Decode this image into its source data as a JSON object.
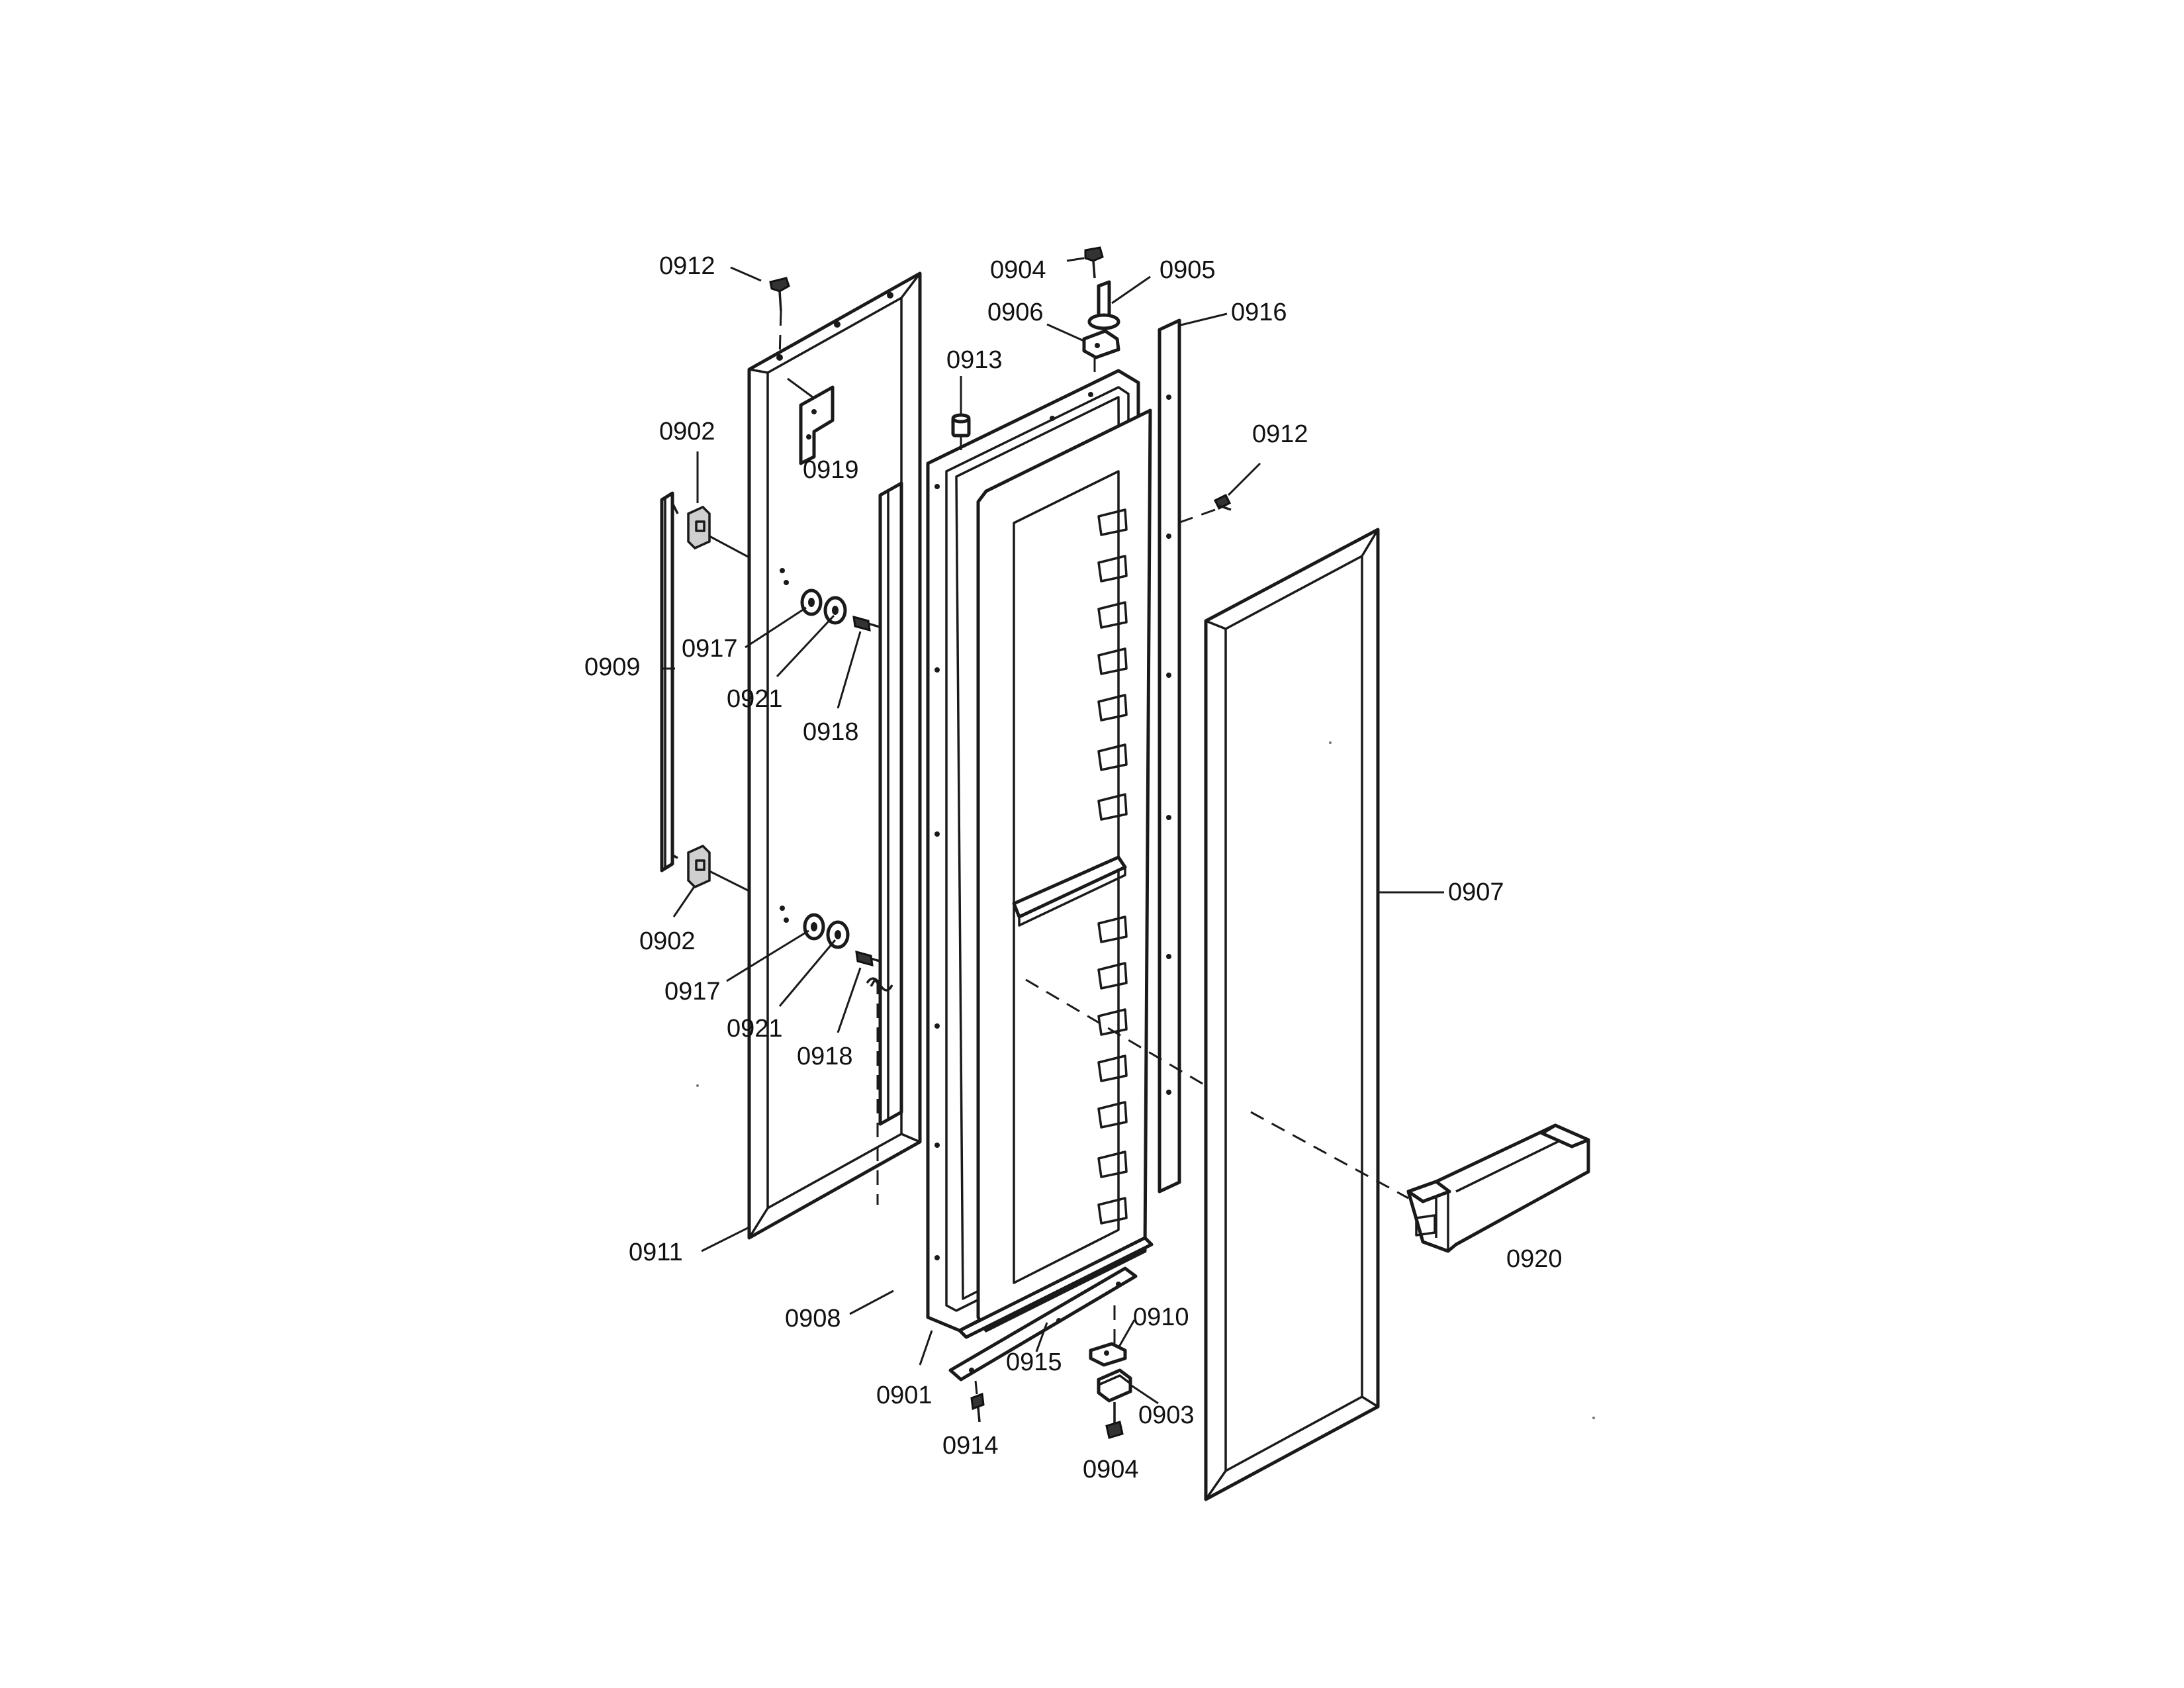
{
  "callouts": {
    "c0912_top": "0912",
    "c0919": "0919",
    "c0902_top": "0902",
    "c0909": "0909",
    "c0917_top": "0917",
    "c0921_top": "0921",
    "c0918_top": "0918",
    "c0902_bottom": "0902",
    "c0917_bottom": "0917",
    "c0921_bottom": "0921",
    "c0918_bottom": "0918",
    "c0911": "0911",
    "c0908": "0908",
    "c0901": "0901",
    "c0914": "0914",
    "c0915": "0915",
    "c0913": "0913",
    "c0904_top": "0904",
    "c0905": "0905",
    "c0906": "0906",
    "c0916": "0916",
    "c0912_right": "0912",
    "c0907": "0907",
    "c0920": "0920",
    "c0910": "0910",
    "c0903": "0903",
    "c0904_bottom": "0904"
  },
  "colors": {
    "line": "#1a1a1a",
    "background": "#ffffff"
  }
}
